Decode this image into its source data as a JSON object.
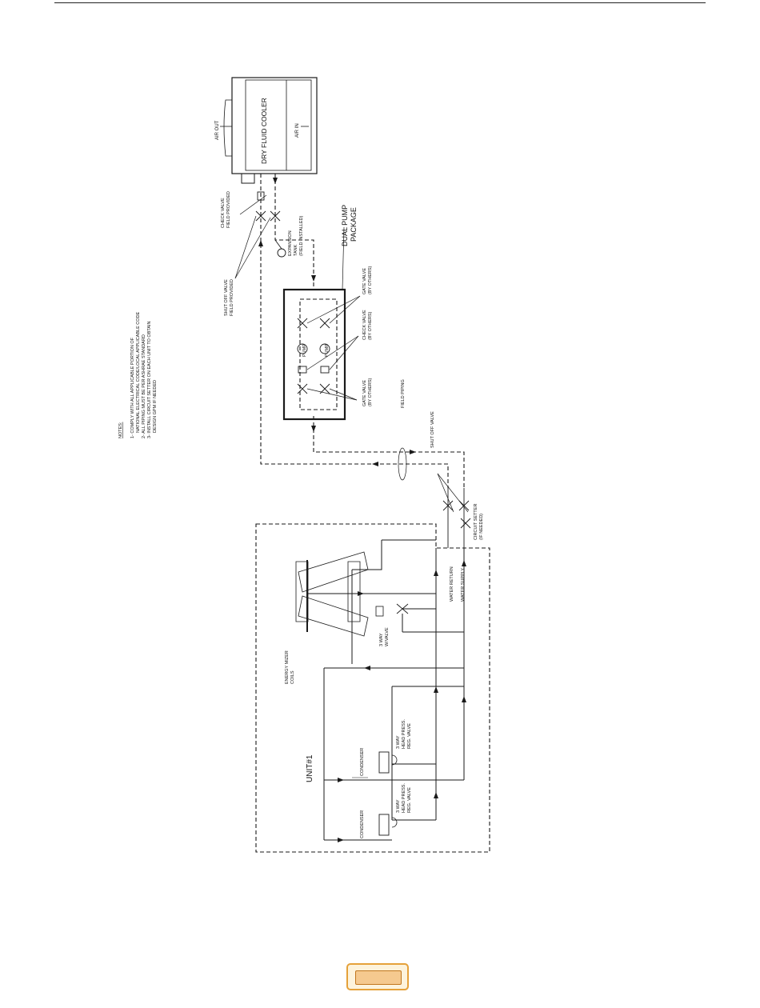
{
  "labels": {
    "dry_fluid_cooler": "DRY FLUID COOLER",
    "air_out": "AIR OUT",
    "air_in": "AIR IN",
    "check_valve_field": [
      "CHECK VALVE",
      "FIELD PROVIDED"
    ],
    "shut_off_valve_field": [
      "SHUT OFF VALVE",
      "FIELD PROVIDED"
    ],
    "expansion_tank": [
      "EXPANSION",
      "TANK",
      "(FIELD INSTALLED)"
    ],
    "dual_pump_package": [
      "DUAL PUMP",
      "PACKAGE"
    ],
    "gate_valve_top": [
      "GATE VALVE",
      "(BY OTHERS)"
    ],
    "check_valve_mid": [
      "CHECK VALVE",
      "(BY OTHERS)"
    ],
    "gate_valve_bottom": [
      "GATE VALVE",
      "(BY OTHERS)"
    ],
    "pump": "PUMP",
    "field_piping": "FIELD PIPING",
    "shut_off_valve": "SHUT OFF VALVE",
    "circuit_setter": [
      "CIRCUIT SETTER",
      "(IF NEEDED)"
    ],
    "energy_mizer_coils": [
      "ENERGY MIZER",
      "COILS"
    ],
    "three_way_valve": [
      "3 WAY",
      "W/VALVE"
    ],
    "water_return": "WATER RETURN",
    "water_supply": "WATER SUPPLY",
    "head_press_valve": [
      "3 WAY",
      "HEAD PRESS.",
      "REG. VALVE"
    ],
    "condenser": "CONDENSER",
    "unit": "UNIT#1"
  },
  "notes": {
    "heading": "NOTES:",
    "lines": [
      "1- COMPLY WITH ALL APPLICABLE PORTION OF",
      "NATIONAL ELECTRICAL CODE/LOCAL APPLICABLE CODE",
      "2- ALL PIPING MUST BE PER ASHRAE STANDARD",
      "3- INSTALL CIRCUIT SETTER ON EACH UNIT TO OBTAIN",
      "DESIGN GPM IF NEEDED"
    ]
  },
  "colors": {
    "line": "#1a1a1a",
    "badge_border": "#e5a13a",
    "badge_fill": "#f5c98f"
  },
  "page_badge": {
    "text": ""
  }
}
